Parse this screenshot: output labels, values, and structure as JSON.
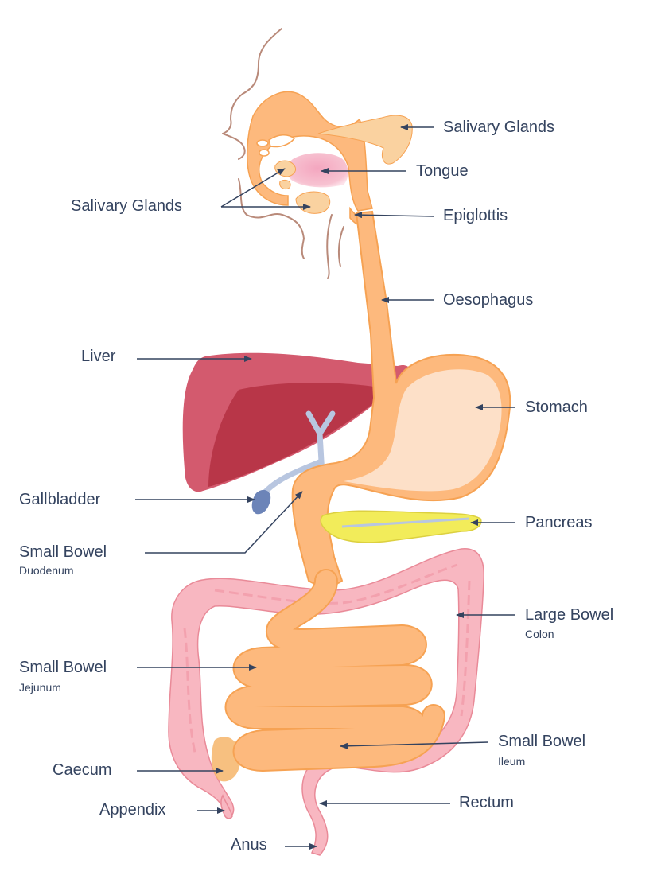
{
  "colors": {
    "label_text": "#34435f",
    "arrow": "#34435f",
    "oesophagus_orange": "#fdb97d",
    "orange_outline": "#f6a253",
    "stomach_inner": "#fde0c8",
    "liver_light": "#d35a6e",
    "liver_dark": "#b83648",
    "gallbladder_blue": "#6c84b8",
    "bile_duct": "#b8c6e0",
    "pancreas_yellow": "#f2ec5a",
    "colon_pink": "#f8b7c1",
    "colon_outline": "#e98a98",
    "tongue_pink": "#f4a6bf",
    "salivary_beige": "#fad2a0",
    "caecum_orange": "#f6b56a",
    "face_outline": "#b98a7a"
  },
  "labels": {
    "salivary_glands_top": "Salivary Glands",
    "tongue": "Tongue",
    "salivary_glands_left": "Salivary Glands",
    "epiglottis": "Epiglottis",
    "oesophagus": "Oesophagus",
    "liver": "Liver",
    "stomach": "Stomach",
    "gallbladder": "Gallbladder",
    "pancreas": "Pancreas",
    "duodenum_title": "Small Bowel",
    "duodenum_sub": "Duodenum",
    "large_bowel_title": "Large Bowel",
    "large_bowel_sub": "Colon",
    "jejunum_title": "Small Bowel",
    "jejunum_sub": "Jejunum",
    "ileum_title": "Small Bowel",
    "ileum_sub": "Ileum",
    "caecum": "Caecum",
    "rectum": "Rectum",
    "appendix": "Appendix",
    "anus": "Anus"
  }
}
